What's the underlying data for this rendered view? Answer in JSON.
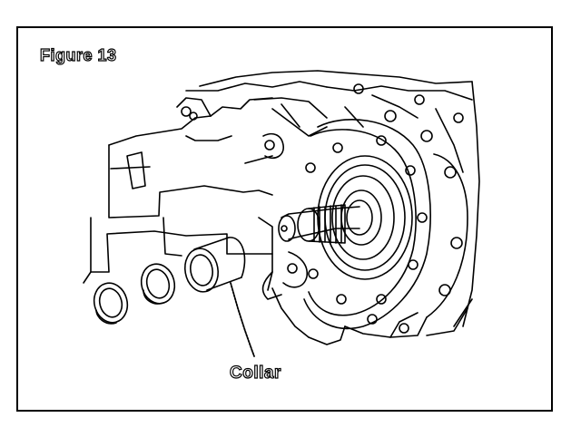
{
  "figure": {
    "title": "Figure 13",
    "callout_label": "Collar"
  },
  "icons": {
    "illustration": "transmission-case-shaft-collar-illustration"
  },
  "colors": {
    "line": "#000000",
    "background": "#ffffff"
  }
}
